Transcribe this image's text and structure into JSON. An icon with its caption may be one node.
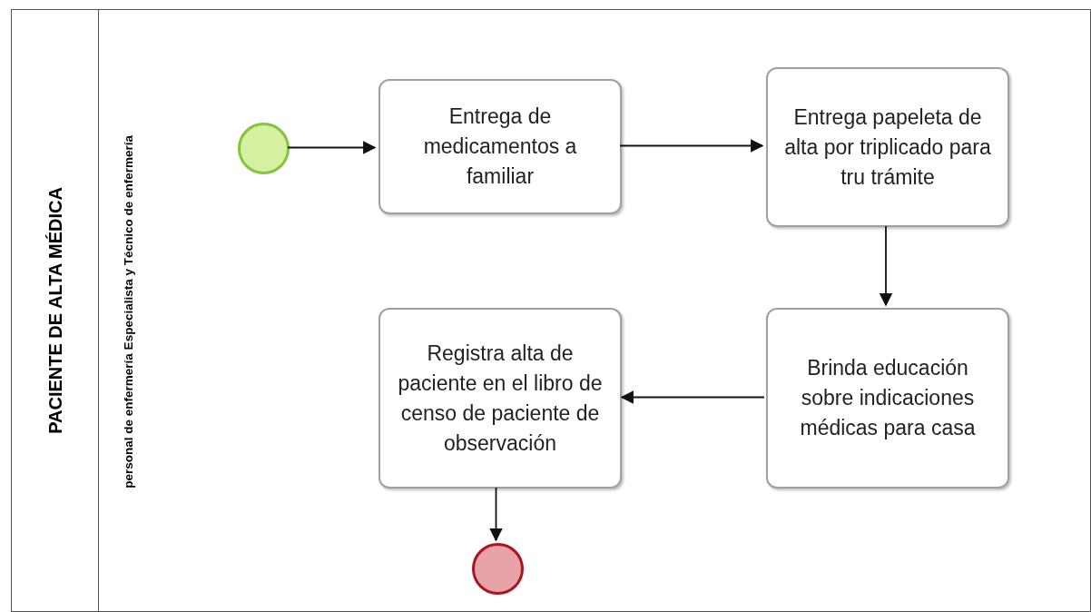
{
  "diagram": {
    "nodes": [
      {
        "text": [
          "PACIENTE DE ALTA MÉDICA"
        ]
      },
      {
        "text": [
          "personal de enfermería Especialista y Técnico de enfermería"
        ],
        "in": 0
      },
      {
        "text": [],
        "shape": "circle",
        "in": 1
      },
      {
        "text": [
          "Entrega de medicamentos a familiar"
        ],
        "in": 1
      },
      {
        "text": [
          "Entrega papeleta de alta por triplicado para tru trámite"
        ],
        "in": 1
      },
      {
        "text": [
          "Brinda educación sobre indicaciones médicas para casa"
        ],
        "in": 1
      },
      {
        "text": [
          "Registra alta de paciente en el libro de censo de paciente de observación"
        ],
        "in": 1
      },
      {
        "text": [],
        "shape": "circle",
        "in": 1
      }
    ],
    "edges": [
      {
        "from": 2,
        "to": 3,
        "arrow": "to"
      },
      {
        "from": 3,
        "to": 4,
        "arrow": "to"
      },
      {
        "from": 4,
        "to": 5,
        "arrow": "to"
      },
      {
        "from": 5,
        "to": 6,
        "arrow": "to"
      },
      {
        "from": 6,
        "to": 7,
        "arrow": "to"
      }
    ]
  }
}
